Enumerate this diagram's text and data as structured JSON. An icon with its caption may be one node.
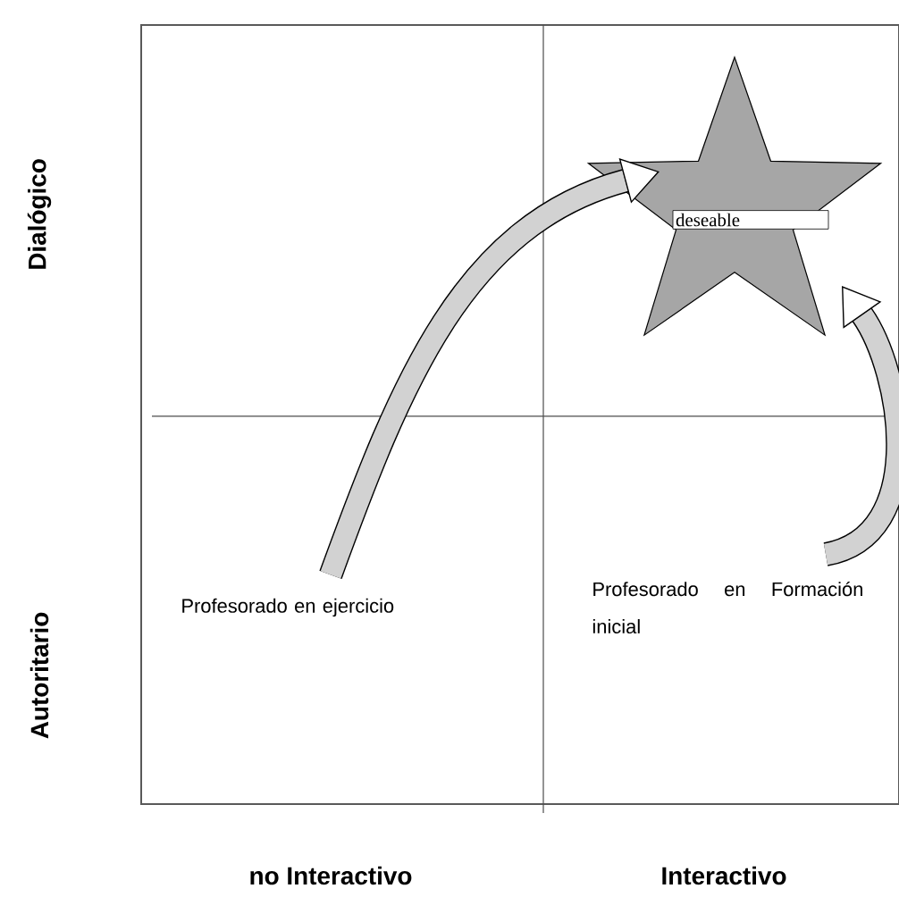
{
  "diagram": {
    "nodes": [
      {
        "text": [
          "deseable"
        ]
      },
      {
        "text": [
          "Profesorado en ejercicio"
        ]
      },
      {
        "text": [
          "Profesorado en Formación inicial"
        ]
      }
    ],
    "edges": [
      {
        "from": 1,
        "to": 0,
        "arrow": "to"
      },
      {
        "from": 2,
        "to": 0,
        "arrow": "to"
      }
    ],
    "labels": [
      "Dialógico",
      "Autoritario",
      "no Interactivo",
      "Interactivo"
    ]
  }
}
